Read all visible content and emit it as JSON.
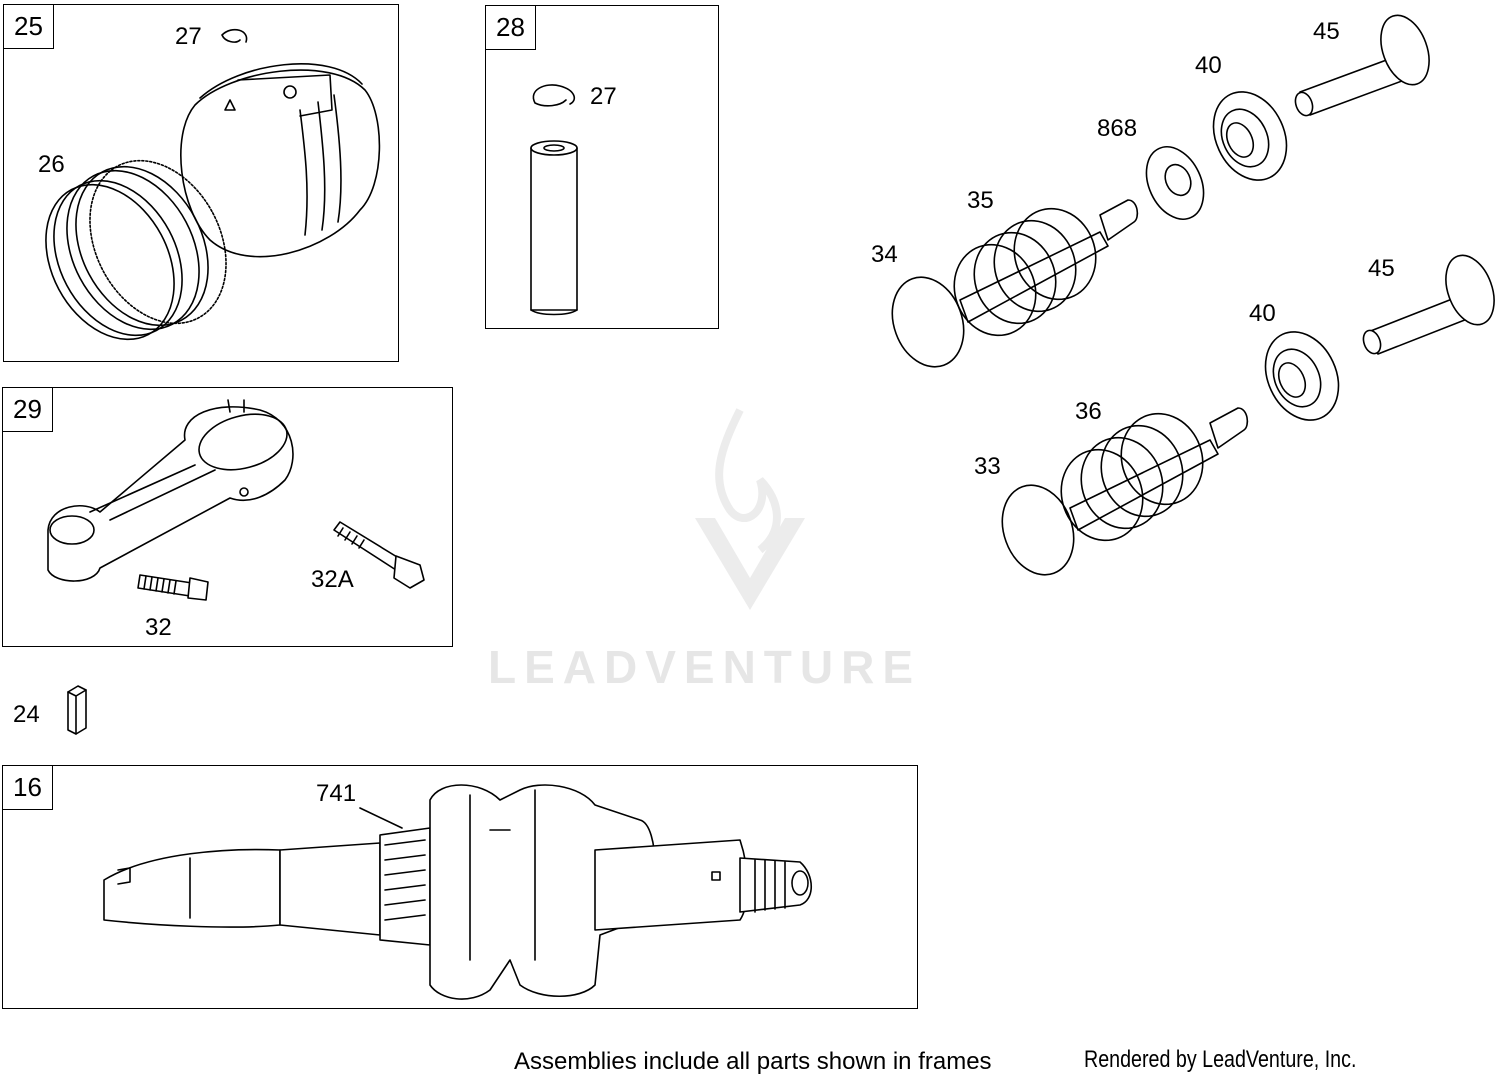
{
  "frames": [
    {
      "id": "25",
      "label": "25"
    },
    {
      "id": "28",
      "label": "28"
    },
    {
      "id": "29",
      "label": "29"
    },
    {
      "id": "16",
      "label": "16"
    }
  ],
  "callouts": {
    "c27a": "27",
    "c26": "26",
    "c27b": "27",
    "c32": "32",
    "c32a": "32A",
    "c24": "24",
    "c741": "741",
    "c45a": "45",
    "c40a": "40",
    "c868": "868",
    "c35": "35",
    "c34": "34",
    "c45b": "45",
    "c40b": "40",
    "c36": "36",
    "c33": "33"
  },
  "watermark": "LEADVENTURE",
  "footer": {
    "note": "Assemblies include all parts shown in frames",
    "credit": "Rendered by LeadVenture, Inc."
  }
}
